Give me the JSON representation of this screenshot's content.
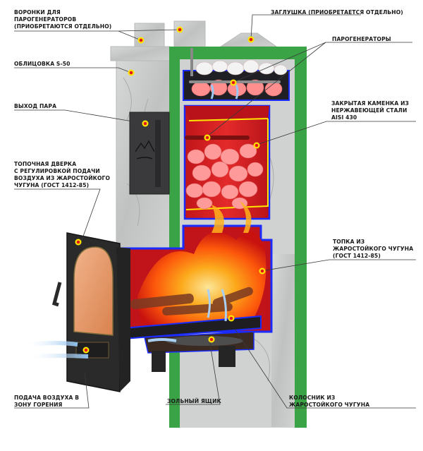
{
  "diagram": {
    "subject": "Sauna stove cutaway (cast-iron firebox, closed heater, stone cladding)",
    "labels": [
      {
        "id": "funnels",
        "text": "ВОРОНКИ ДЛЯ\nПАРОГЕНЕРАТОРОВ\n(ПРИОБРЕТАЮТСЯ ОТДЕЛЬНО)"
      },
      {
        "id": "plug",
        "text": "ЗАГЛУШКА (ПРИОБРЕТАЕТСЯ ОТДЕЛЬНО)"
      },
      {
        "id": "cladding",
        "text": "ОБЛИЦОВКА S-50"
      },
      {
        "id": "steam-generators",
        "text": "ПАРОГЕНЕРАТОРЫ"
      },
      {
        "id": "steam-outlet",
        "text": "ВЫХОД ПАРА"
      },
      {
        "id": "closed-heater",
        "text": "ЗАКРЫТАЯ КАМЕНКА ИЗ\nНЕРЖАВЕЮЩЕЙ СТАЛИ\nAISI 430"
      },
      {
        "id": "fire-door",
        "text": "ТОПОЧНАЯ ДВЕРКА\nС РЕГУЛИРОВКОЙ ПОДАЧИ\nВОЗДУХА ИЗ ЖАРОСТОЙКОГО\nЧУГУНА (ГОСТ 1412-85)"
      },
      {
        "id": "firebox",
        "text": "ТОПКА ИЗ\nЖАРОСТОЙКОГО ЧУГУНА\n(ГОСТ 1412-85)"
      },
      {
        "id": "air-supply",
        "text": "ПОДАЧА ВОЗДУХА В\nЗОНУ ГОРЕНИЯ"
      },
      {
        "id": "ash-box",
        "text": "ЗОЛЬНЫЙ ЯЩИК"
      },
      {
        "id": "grate",
        "text": "КОЛОСНИК ИЗ\nЖАРОСТОЙКОГО ЧУГУНА"
      }
    ],
    "colors": {
      "marker_fill": "#e8141c",
      "marker_ring": "#ffe600",
      "leader_line": "#3a3a3a",
      "cladding_stone": "#c9cccb",
      "insulation": "#3aa345",
      "steel_outline": "#1a2bff",
      "heater_red": "#d81d1d",
      "stones": "#ff8a8a",
      "cast_iron": "#2e2e2e",
      "flame": "#ff8c1a",
      "air_arrow": "#9cc7f0",
      "door_glass": "#e49a6a"
    }
  }
}
